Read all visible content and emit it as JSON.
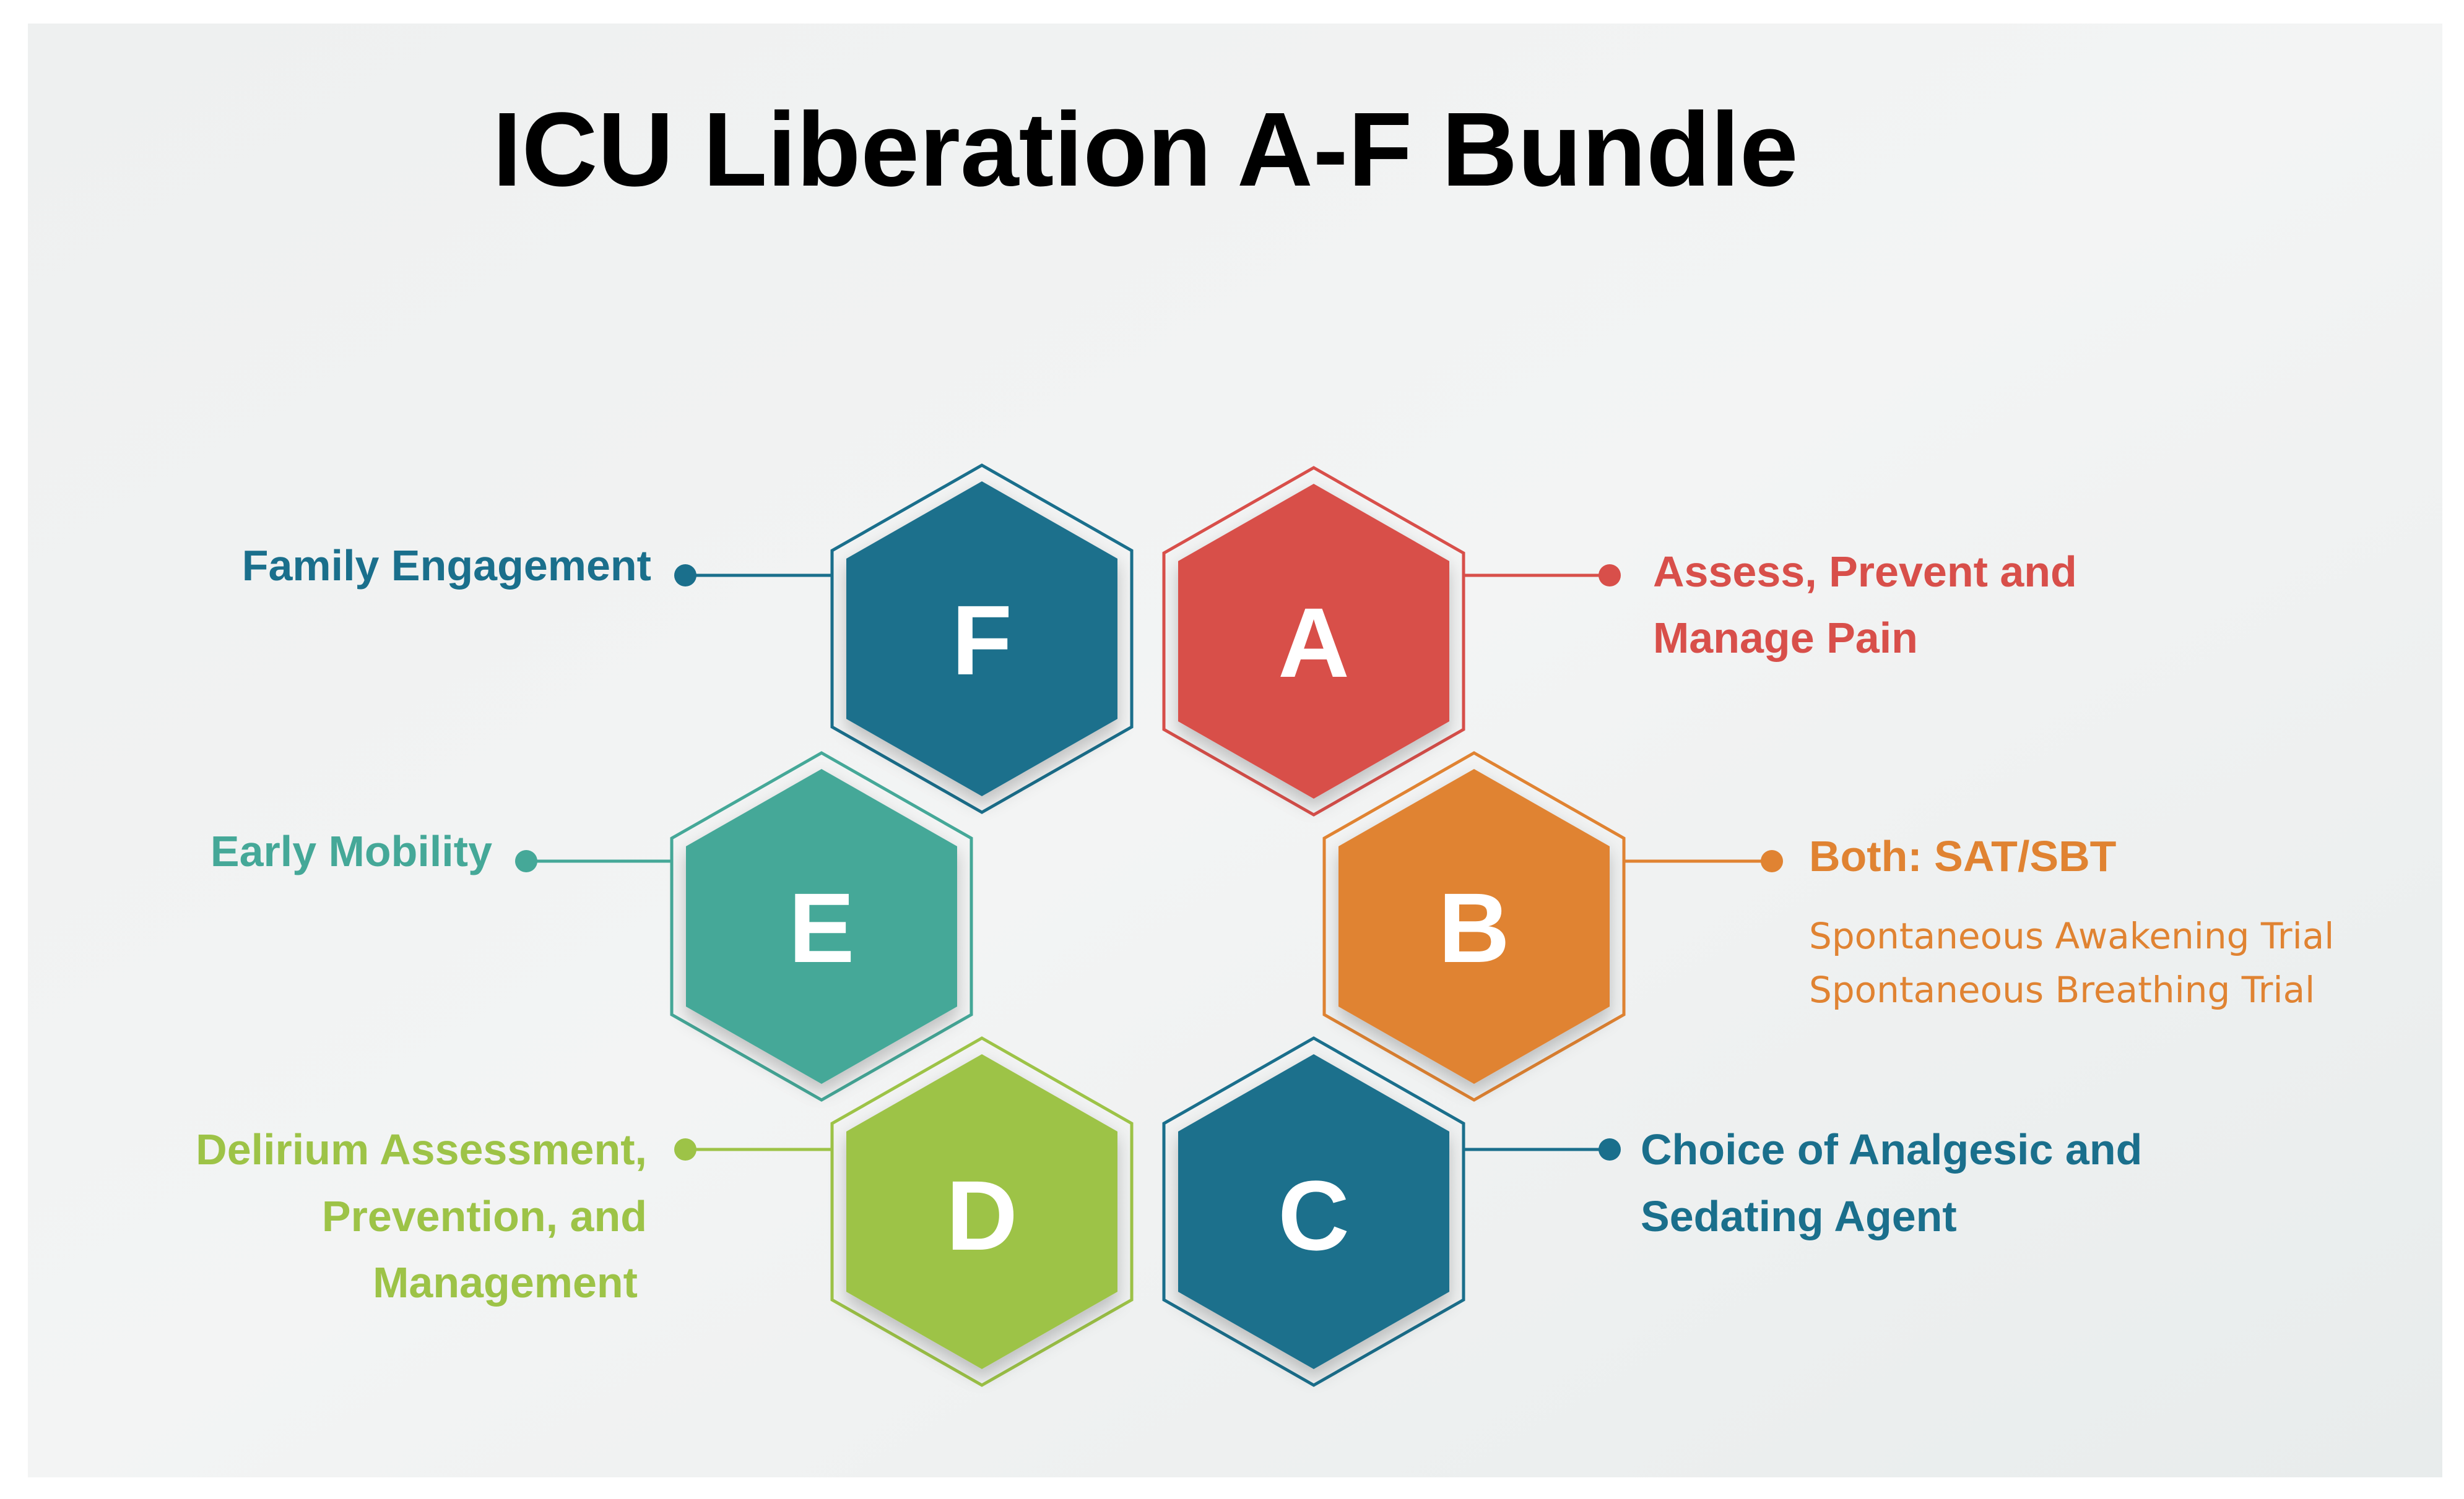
{
  "title": "ICU Liberation A-F Bundle",
  "colors": {
    "A": "#d84f4a",
    "B": "#e08332",
    "C": "#1a6f8c",
    "D": "#9dc347",
    "E": "#45a898",
    "F": "#1a6f8c"
  },
  "items": {
    "A": {
      "letter": "A",
      "line1": "Assess, Prevent and",
      "line2": "Manage Pain"
    },
    "B": {
      "letter": "B",
      "line1": "Both: SAT/SBT",
      "sub1": "Spontaneous Awakening Trial",
      "sub2": "Spontaneous Breathing Trial"
    },
    "C": {
      "letter": "C",
      "line1": "Choice of Analgesic and",
      "line2": "Sedating Agent"
    },
    "D": {
      "letter": "D",
      "line1": "Delirium Assessment,",
      "line2": "Prevention, and",
      "line3": "Management"
    },
    "E": {
      "letter": "E",
      "line1": "Early Mobility"
    },
    "F": {
      "letter": "F",
      "line1": "Family Engagement"
    }
  }
}
